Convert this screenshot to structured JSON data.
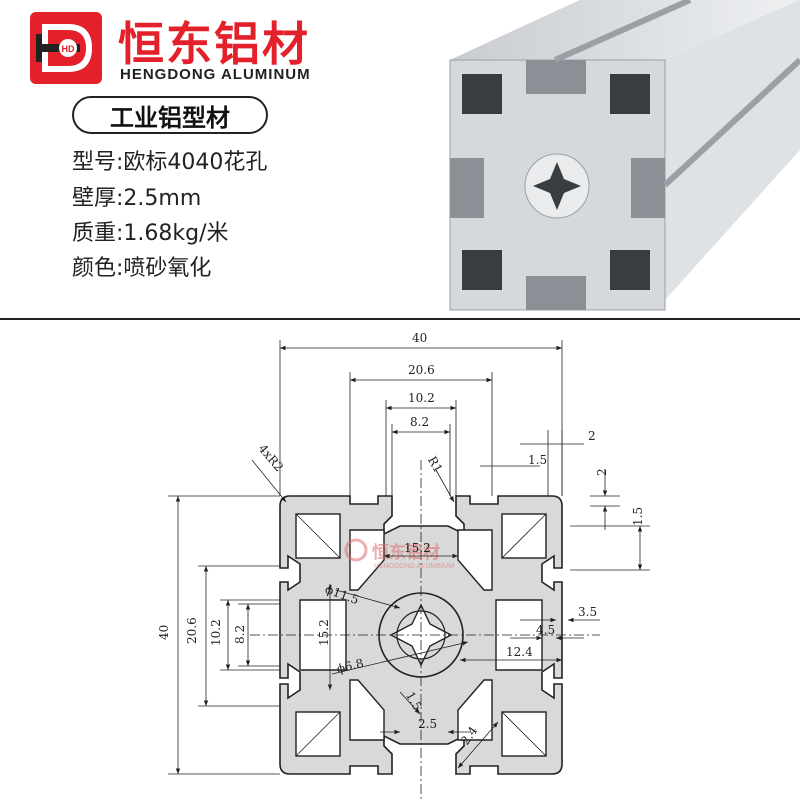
{
  "brand": {
    "name_cn": "恒东铝材",
    "name_en": "HENGDONG ALUMINUM",
    "logo_letters": "HD",
    "color": "#e4212a"
  },
  "product": {
    "title": "工业铝型材",
    "specs": [
      {
        "label": "型号:",
        "value": "欧标4040花孔"
      },
      {
        "label": "壁厚:",
        "value": "2.5mm"
      },
      {
        "label": "质重:",
        "value": "1.68kg/米"
      },
      {
        "label": "颜色:",
        "value": "喷砂氧化"
      }
    ]
  },
  "drawing": {
    "dims": {
      "width": "40",
      "slot_outer": "20.6",
      "slot_mid": "10.2",
      "slot_inner": "8.2",
      "top_2": "2",
      "top_1_5": "1.5",
      "right_2": "2",
      "right_1_5": "1.5",
      "corner_radius": "4xR2",
      "fillet": "R1",
      "core_width": "15.2",
      "height": "40",
      "left_20_6": "20.6",
      "left_10_2": "10.2",
      "left_8_2": "8.2",
      "left_15_2": "15.2",
      "core_dia": "ϕ11.5",
      "hole_dia": "ϕ6.8",
      "right_3_5": "3.5",
      "right_4_5": "4.5",
      "right_12_4": "12.4",
      "web_1_5": "1.5",
      "bottom_2_5": "2.5",
      "diag_2_4": "2.4"
    },
    "watermark": {
      "name_cn": "恒东铝材",
      "name_en": "HENGDONG ALUMINUM"
    }
  },
  "colors": {
    "profile_fill": "#d9d9d9",
    "line": "#222222"
  }
}
